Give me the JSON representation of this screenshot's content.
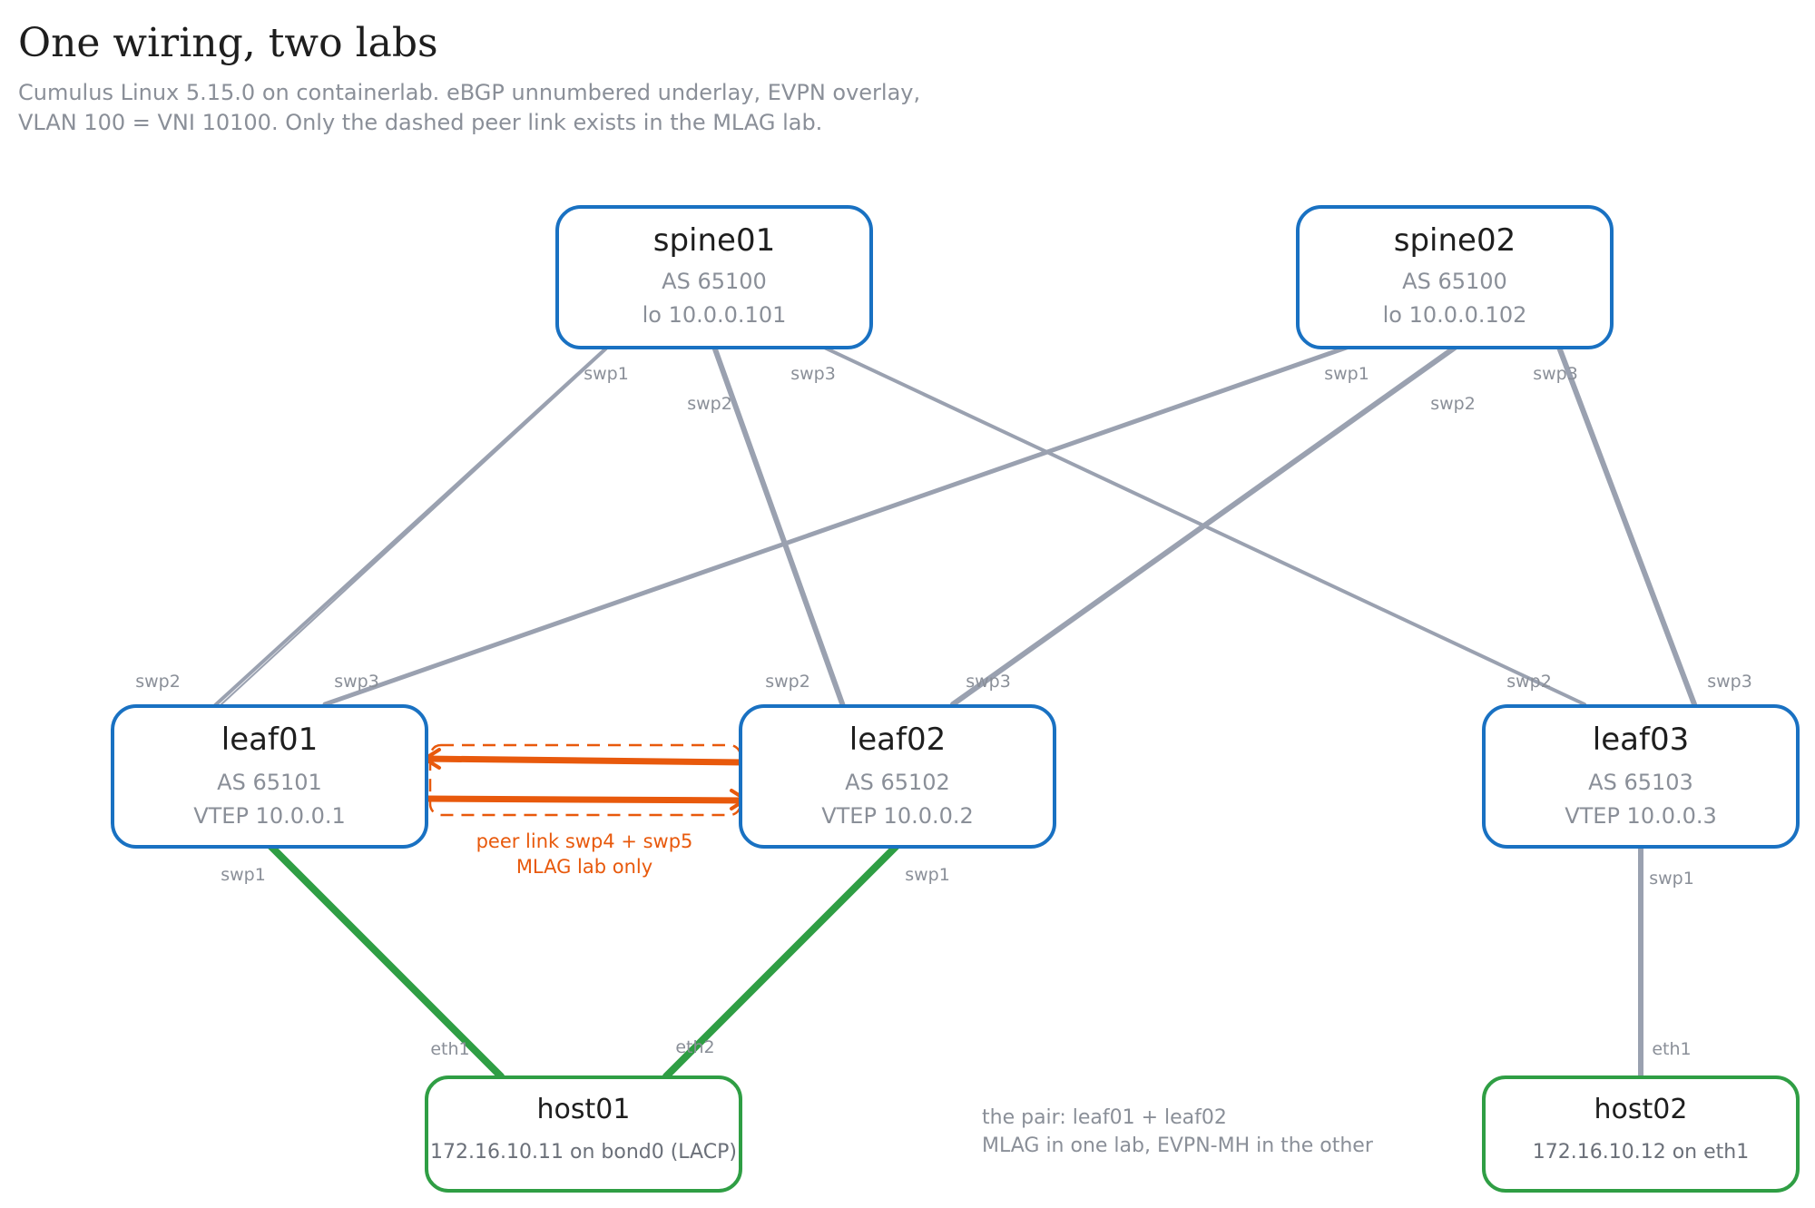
{
  "title": "One wiring, two labs",
  "subtitle": {
    "line1": "Cumulus Linux 5.15.0 on containerlab. eBGP unnumbered underlay, EVPN overlay,",
    "line2": "VLAN 100 = VNI 10100. Only the dashed peer link exists in the MLAG lab."
  },
  "spines": [
    {
      "name": "spine01",
      "asn": "AS 65100",
      "loopback": "lo 10.0.0.101"
    },
    {
      "name": "spine02",
      "asn": "AS 65100",
      "loopback": "lo 10.0.0.102"
    }
  ],
  "leaves": [
    {
      "name": "leaf01",
      "asn": "AS 65101",
      "vtep": "VTEP 10.0.0.1"
    },
    {
      "name": "leaf02",
      "asn": "AS 65102",
      "vtep": "VTEP 10.0.0.2"
    },
    {
      "name": "leaf03",
      "asn": "AS 65103",
      "vtep": "VTEP 10.0.0.3"
    }
  ],
  "hosts": [
    {
      "name": "host01",
      "address": "172.16.10.11 on bond0 (LACP)"
    },
    {
      "name": "host02",
      "address": "172.16.10.12 on eth1"
    }
  ],
  "ports": {
    "spine01_swp1": "swp1",
    "spine01_swp2": "swp2",
    "spine01_swp3": "swp3",
    "spine02_swp1": "swp1",
    "spine02_swp2": "swp2",
    "spine02_swp3": "swp3",
    "leaf01_swp2": "swp2",
    "leaf01_swp3": "swp3",
    "leaf01_swp1": "swp1",
    "leaf02_swp2": "swp2",
    "leaf02_swp3": "swp3",
    "leaf02_swp1": "swp1",
    "leaf03_swp2": "swp2",
    "leaf03_swp3": "swp3",
    "leaf03_swp1": "swp1",
    "host01_eth1": "eth1",
    "host01_eth2": "eth2",
    "host02_eth1": "eth1"
  },
  "peer_link": {
    "line1": "peer link swp4 + swp5",
    "line2": "MLAG lab only"
  },
  "note": {
    "line1": "the pair: leaf01 + leaf02",
    "line2": "MLAG in one lab, EVPN-MH in the other"
  },
  "colors": {
    "switch_border": "#1971c2",
    "host_border": "#2f9e44",
    "fabric_link": "#9aa1b0",
    "host_link": "#2f9e44",
    "peer_link": "#e8590c"
  }
}
